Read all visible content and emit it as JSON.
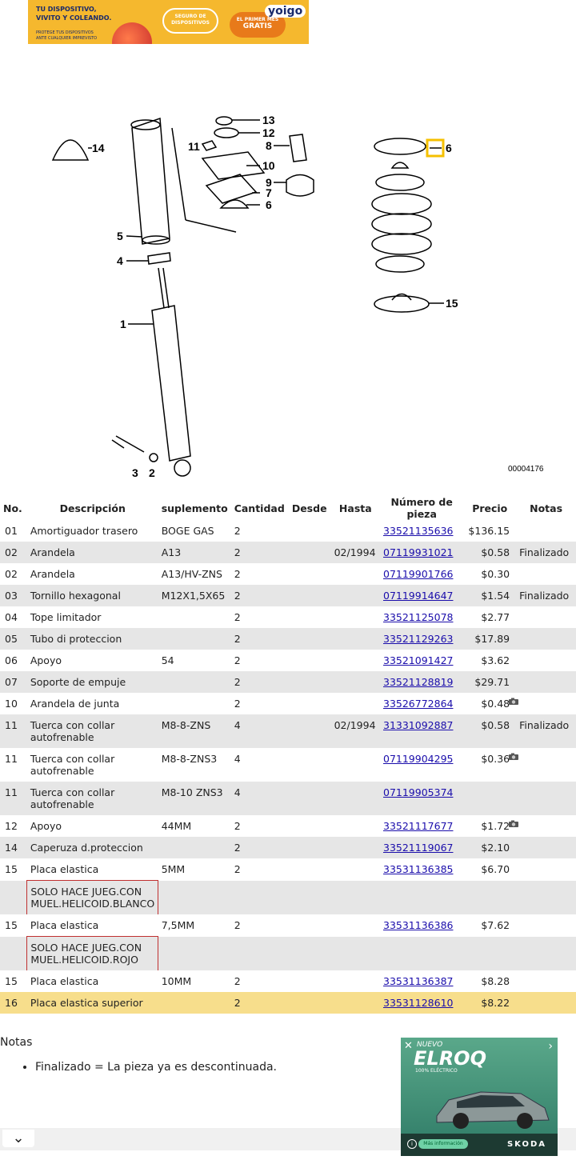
{
  "ad_top": {
    "line1": "TU DISPOSITIVO,",
    "line2": "VIVITO Y COLEANDO.",
    "small": "PROTEGE TUS DISPOSITIVOS ANTE CUALQUIER IMPREVISTO",
    "pill1": "SEGURO DE DISPOSITIVOS",
    "pill2_top": "EL PRIMER MES",
    "pill2_bottom": "GRATIS",
    "brand": "yoigo"
  },
  "diagram": {
    "labels": [
      "13",
      "12",
      "11",
      "8",
      "10",
      "9",
      "7",
      "6",
      "14",
      "5",
      "4",
      "1",
      "3",
      "2",
      "6",
      "15"
    ],
    "code": "00004176"
  },
  "table": {
    "headers": [
      "No.",
      "Descripción",
      "suplemento",
      "Cantidad",
      "Desde",
      "Hasta",
      "Número de pieza",
      "Precio",
      "Notas"
    ],
    "rows": [
      {
        "no": "01",
        "desc": "Amortiguador trasero",
        "sup": "BOGE GAS",
        "qty": "2",
        "desde": "",
        "hasta": "",
        "part": "33521135636",
        "price": "$136.15",
        "notes": "",
        "cam": false,
        "style": ""
      },
      {
        "no": "02",
        "desc": "Arandela",
        "sup": "A13",
        "qty": "2",
        "desde": "",
        "hasta": "02/1994",
        "part": "07119931021",
        "price": "$0.58",
        "notes": "Finalizado",
        "cam": false,
        "style": "alt"
      },
      {
        "no": "02",
        "desc": "Arandela",
        "sup": "A13/HV-ZNS",
        "qty": "2",
        "desde": "",
        "hasta": "",
        "part": "07119901766",
        "price": "$0.30",
        "notes": "",
        "cam": false,
        "style": ""
      },
      {
        "no": "03",
        "desc": "Tornillo hexagonal",
        "sup": "M12X1,5X65",
        "qty": "2",
        "desde": "",
        "hasta": "",
        "part": "07119914647",
        "price": "$1.54",
        "notes": "Finalizado",
        "cam": false,
        "style": "alt"
      },
      {
        "no": "04",
        "desc": "Tope limitador",
        "sup": "",
        "qty": "2",
        "desde": "",
        "hasta": "",
        "part": "33521125078",
        "price": "$2.77",
        "notes": "",
        "cam": false,
        "style": ""
      },
      {
        "no": "05",
        "desc": "Tubo di proteccion",
        "sup": "",
        "qty": "2",
        "desde": "",
        "hasta": "",
        "part": "33521129263",
        "price": "$17.89",
        "notes": "",
        "cam": false,
        "style": "alt"
      },
      {
        "no": "06",
        "desc": "Apoyo",
        "sup": "54",
        "qty": "2",
        "desde": "",
        "hasta": "",
        "part": "33521091427",
        "price": "$3.62",
        "notes": "",
        "cam": false,
        "style": ""
      },
      {
        "no": "07",
        "desc": "Soporte de empuje",
        "sup": "",
        "qty": "2",
        "desde": "",
        "hasta": "",
        "part": "33521128819",
        "price": "$29.71",
        "notes": "",
        "cam": false,
        "style": "alt"
      },
      {
        "no": "10",
        "desc": "Arandela de junta",
        "sup": "",
        "qty": "2",
        "desde": "",
        "hasta": "",
        "part": "33526772864",
        "price": "$0.48",
        "notes": "",
        "cam": true,
        "style": ""
      },
      {
        "no": "11",
        "desc": "Tuerca con collar autofrenable",
        "sup": "M8-8-ZNS",
        "qty": "4",
        "desde": "",
        "hasta": "02/1994",
        "part": "31331092887",
        "price": "$0.58",
        "notes": "Finalizado",
        "cam": false,
        "style": "alt"
      },
      {
        "no": "11",
        "desc": "Tuerca con collar autofrenable",
        "sup": "M8-8-ZNS3",
        "qty": "4",
        "desde": "",
        "hasta": "",
        "part": "07119904295",
        "price": "$0.36",
        "notes": "",
        "cam": true,
        "style": ""
      },
      {
        "no": "11",
        "desc": "Tuerca con collar autofrenable",
        "sup": "M8-10 ZNS3",
        "qty": "4",
        "desde": "",
        "hasta": "",
        "part": "07119905374",
        "price": "",
        "notes": "",
        "cam": false,
        "style": "alt"
      },
      {
        "no": "12",
        "desc": "Apoyo",
        "sup": "44MM",
        "qty": "2",
        "desde": "",
        "hasta": "",
        "part": "33521117677",
        "price": "$1.72",
        "notes": "",
        "cam": true,
        "style": ""
      },
      {
        "no": "14",
        "desc": "Caperuza d.proteccion",
        "sup": "",
        "qty": "2",
        "desde": "",
        "hasta": "",
        "part": "33521119067",
        "price": "$2.10",
        "notes": "",
        "cam": false,
        "style": "alt"
      },
      {
        "no": "15",
        "desc": "Placa elastica",
        "sup": "5MM",
        "qty": "2",
        "desde": "",
        "hasta": "",
        "part": "33531136385",
        "price": "$6.70",
        "notes": "",
        "cam": false,
        "style": ""
      },
      {
        "note": "SOLO HACE JUEG.CON MUEL.HELICOID.BLANCO",
        "style": "alt"
      },
      {
        "no": "15",
        "desc": "Placa elastica",
        "sup": "7,5MM",
        "qty": "2",
        "desde": "",
        "hasta": "",
        "part": "33531136386",
        "price": "$7.62",
        "notes": "",
        "cam": false,
        "style": ""
      },
      {
        "note": "SOLO HACE JUEG.CON MUEL.HELICOID.ROJO",
        "style": "alt"
      },
      {
        "no": "15",
        "desc": "Placa elastica",
        "sup": "10MM",
        "qty": "2",
        "desde": "",
        "hasta": "",
        "part": "33531136387",
        "price": "$8.28",
        "notes": "",
        "cam": false,
        "style": ""
      },
      {
        "no": "16",
        "desc": "Placa elastica superior",
        "sup": "",
        "qty": "2",
        "desde": "",
        "hasta": "",
        "part": "33531128610",
        "price": "$8.22",
        "notes": "",
        "cam": false,
        "style": "hl"
      }
    ]
  },
  "notas": {
    "title": "Notas",
    "items": [
      "Finalizado = La pieza ya es descontinuada."
    ]
  },
  "ad_side": {
    "small": "NUEVO",
    "big": "ELROQ",
    "sub": "100% ELÉCTRICO",
    "button": "Más información",
    "brand": "SKODA"
  },
  "colors": {
    "highlight": "#f7de8c",
    "alt_row": "#e6e6e6",
    "link": "#1a0dab",
    "ad_top": "#f5b82e"
  }
}
